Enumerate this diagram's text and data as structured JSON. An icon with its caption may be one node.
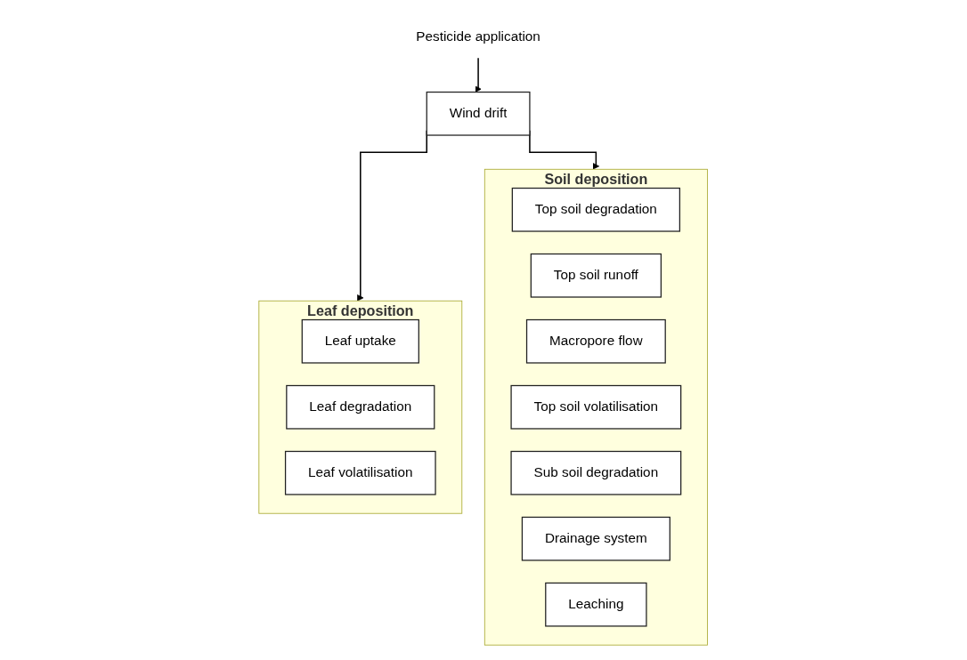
{
  "diagram": {
    "nodes": [
      {
        "text": [
          "Pesticide application"
        ]
      },
      {
        "text": [
          "Wind drift"
        ]
      },
      {
        "text": [
          "Leaf deposition"
        ]
      },
      {
        "text": [
          "Leaf uptake"
        ],
        "in": 2
      },
      {
        "text": [
          "Leaf degradation"
        ],
        "in": 2
      },
      {
        "text": [
          "Leaf volatilisation"
        ],
        "in": 2
      },
      {
        "text": [
          "Soil deposition"
        ]
      },
      {
        "text": [
          "Top soil degradation"
        ],
        "in": 6
      },
      {
        "text": [
          "Top soil runoff"
        ],
        "in": 6
      },
      {
        "text": [
          "Macropore flow"
        ],
        "in": 6
      },
      {
        "text": [
          "Top soil volatilisation"
        ],
        "in": 6
      },
      {
        "text": [
          "Sub soil degradation"
        ],
        "in": 6
      },
      {
        "text": [
          "Drainage system"
        ],
        "in": 6
      },
      {
        "text": [
          "Leaching"
        ],
        "in": 6
      }
    ],
    "edges": [
      {
        "from": 0,
        "to": 1,
        "arrow": "to"
      },
      {
        "from": 1,
        "to": 2,
        "arrow": "to"
      },
      {
        "from": 1,
        "to": 6,
        "arrow": "to"
      }
    ]
  }
}
